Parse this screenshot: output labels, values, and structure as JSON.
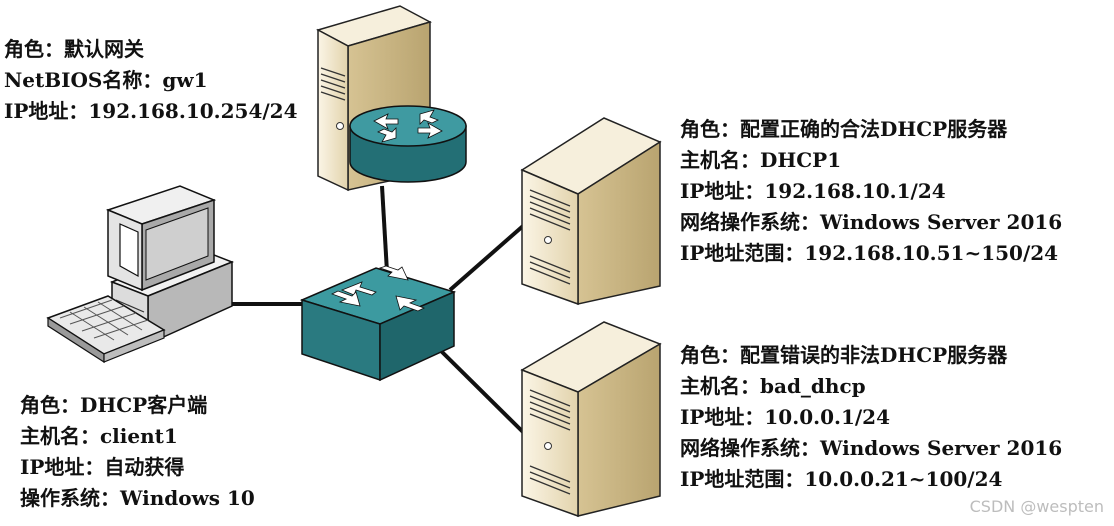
{
  "gateway": {
    "lines": [
      "角色：默认网关",
      "NetBIOS名称：gw1",
      "IP地址：192.168.10.254/24"
    ]
  },
  "dhcp1": {
    "lines": [
      "角色：配置正确的合法DHCP服务器",
      "主机名：DHCP1",
      "IP地址：192.168.10.1/24",
      "网络操作系统：Windows Server 2016",
      "IP地址范围：192.168.10.51~150/24"
    ]
  },
  "bad_dhcp": {
    "lines": [
      "角色：配置错误的非法DHCP服务器",
      "主机名：bad_dhcp",
      "IP地址：10.0.0.1/24",
      "网络操作系统：Windows Server 2016",
      "IP地址范围：10.0.0.21~100/24"
    ]
  },
  "client": {
    "lines": [
      "角色：DHCP客户端",
      "主机名：client1",
      "IP地址：自动获得",
      "操作系统：Windows 10"
    ]
  },
  "watermark": "CSDN @wespten",
  "colors": {
    "cisco_teal": "#2f8a90",
    "server_body": "#efe3c4",
    "line": "#111111"
  }
}
